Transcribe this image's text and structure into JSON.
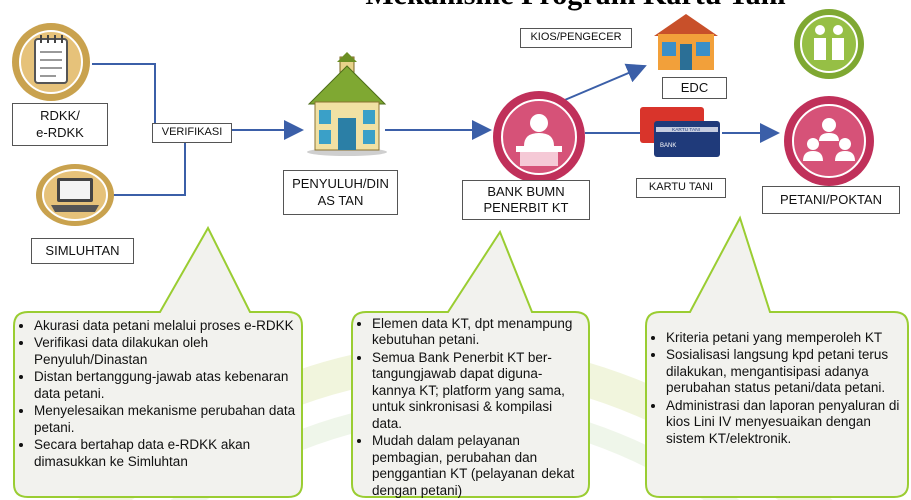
{
  "title": "Mekanisme Program Kartu Tani",
  "labels": {
    "rdkk": "RDKK/\ne-RDKK",
    "verifikasi": "VERIFIKASI",
    "simluhtan": "SIMLUHTAN",
    "penyuluh": "PENYULUH/DIN\nAS TAN",
    "bank": "BANK BUMN\nPENERBIT KT",
    "kios": "KIOS/PENGECER",
    "edc": "EDC",
    "kartu_tani": "KARTU TANI",
    "petani": "PETANI/POKTAN"
  },
  "card_text": {
    "bank_top": "BANK",
    "kartu_tani_strip": "KARTU TANI"
  },
  "bubbles": {
    "left": [
      "Akurasi data petani melalui proses e-RDKK",
      "Verifikasi data dilakukan oleh Penyuluh/Dinastan",
      "Distan bertanggung-jawab atas kebenaran data petani.",
      "Menyelesaikan mekanisme perubahan data petani.",
      "Secara bertahap data e-RDKK akan dimasukkan ke Simluhtan"
    ],
    "middle": [
      "Elemen data KT, dpt menampung kebutuhan petani.",
      "Semua Bank Penerbit KT ber-tangungjawab dapat diguna-kannya KT; platform yang sama, untuk sinkronisasi & kompilasi data.",
      "Mudah dalam pelayanan pembagian, perubahan dan penggantian KT (pelayanan dekat dengan petani)"
    ],
    "right": [
      "Kriteria petani yang memperoleh KT",
      "Sosialisasi langsung kpd petani terus dilakukan, mengantisipasi adanya perubahan status petani/data petani.",
      "Administrasi dan laporan penyaluran di kios Lini IV menyesuaikan dengan sistem KT/elektronik."
    ]
  },
  "colors": {
    "connector": "#3b5fa8",
    "bubble_fill": "#f2f2ee",
    "bubble_stroke": "#9acd32",
    "circle_tan": "#c9a24e",
    "circle_pink": "#c0305a",
    "circle_green": "#7fa832"
  },
  "icons": [
    "notepad-icon",
    "laptop-icon",
    "school-building-icon",
    "bank-teller-icon",
    "shop-icon",
    "card-icon",
    "people-icon",
    "group-icon"
  ]
}
